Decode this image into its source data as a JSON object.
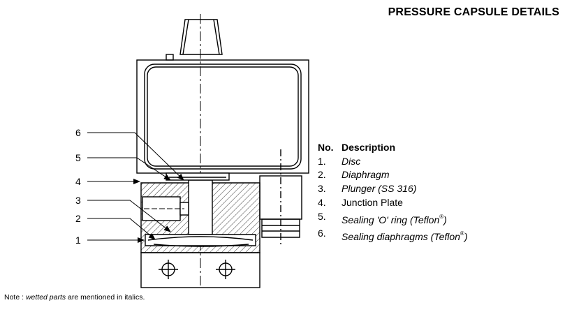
{
  "title": "PRESSURE CAPSULE DETAILS",
  "legend": {
    "header_no": "No.",
    "header_desc": "Description",
    "items": [
      {
        "no": "1.",
        "desc": "Disc",
        "wetted": true,
        "suffix": ""
      },
      {
        "no": "2.",
        "desc": "Diaphragm",
        "wetted": true,
        "suffix": ""
      },
      {
        "no": "3.",
        "desc": "Plunger (SS 316)",
        "wetted": true,
        "suffix": ""
      },
      {
        "no": "4.",
        "desc": "Junction Plate",
        "wetted": false,
        "suffix": ""
      },
      {
        "no": "5.",
        "desc": "Sealing 'O' ring (Teflon",
        "wetted": true,
        "suffix": "®)"
      },
      {
        "no": "6.",
        "desc": "Sealing diaphragms (Teflon",
        "wetted": true,
        "suffix": "®)"
      }
    ]
  },
  "callouts": [
    "6",
    "5",
    "4",
    "3",
    "2",
    "1"
  ],
  "note": {
    "prefix": "Note : ",
    "italic": "wetted parts",
    "suffix": " are mentioned in italics."
  }
}
